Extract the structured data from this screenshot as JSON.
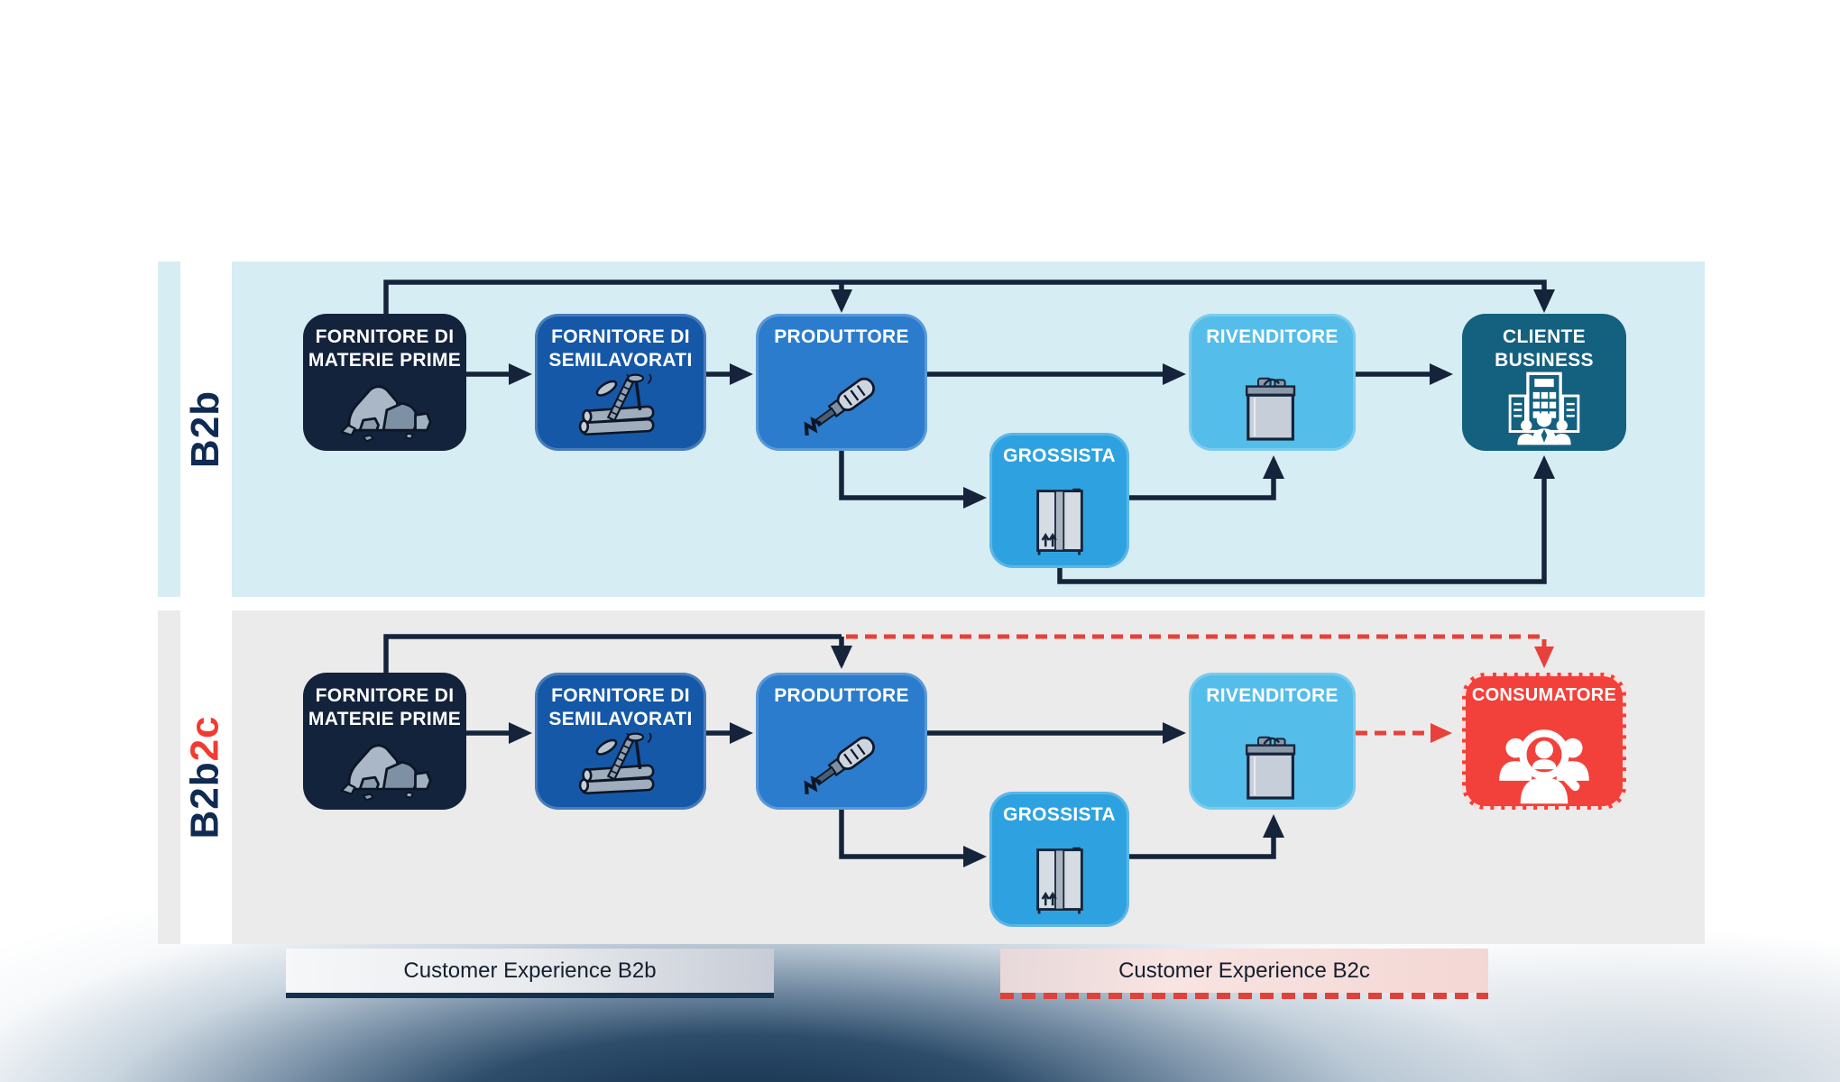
{
  "sections": [
    {
      "id": "b2b",
      "side_label": "B2b",
      "band_color": "#d6edf3",
      "nodes": [
        {
          "id": "fornitore-materie-prime",
          "label": "FORNITORE DI\nMATERIE PRIME",
          "color": "#14233c",
          "icon": "rocks-icon"
        },
        {
          "id": "fornitore-semilavorati",
          "label": "FORNITORE DI\nSEMILAVORATI",
          "color": "#1558a7",
          "icon": "pipes-and-screws-icon"
        },
        {
          "id": "produttore",
          "label": "PRODUTTORE",
          "color": "#2b7ccc",
          "icon": "screwdriver-icon"
        },
        {
          "id": "grossista",
          "label": "GROSSISTA",
          "color": "#2ea2e0",
          "icon": "wardrobe-icon"
        },
        {
          "id": "rivenditore",
          "label": "RIVENDITORE",
          "color": "#55bde9",
          "icon": "shopping-bag-icon"
        },
        {
          "id": "cliente-business",
          "label": "CLIENTE\nBUSINESS",
          "color": "#14607f",
          "icon": "business-building-icon"
        }
      ]
    },
    {
      "id": "b2b2c",
      "side_label_navy": "B2b",
      "side_label_red": "2c",
      "band_color": "#ebebeb",
      "nodes": [
        {
          "id": "fornitore-materie-prime",
          "label": "FORNITORE DI\nMATERIE PRIME",
          "color": "#14233c",
          "icon": "rocks-icon"
        },
        {
          "id": "fornitore-semilavorati",
          "label": "FORNITORE DI\nSEMILAVORATI",
          "color": "#1558a7",
          "icon": "pipes-and-screws-icon"
        },
        {
          "id": "produttore",
          "label": "PRODUTTORE",
          "color": "#2b7ccc",
          "icon": "screwdriver-icon"
        },
        {
          "id": "grossista",
          "label": "GROSSISTA",
          "color": "#2ea2e0",
          "icon": "wardrobe-icon"
        },
        {
          "id": "rivenditore",
          "label": "RIVENDITORE",
          "color": "#55bde9",
          "icon": "shopping-bag-icon"
        },
        {
          "id": "consumatore",
          "label": "CONSUMATORE",
          "color": "#f2413a",
          "icon": "consumers-magnifier-icon"
        }
      ]
    }
  ],
  "legend_bars": [
    {
      "label": "Customer Experience B2b",
      "underline": "solid-navy"
    },
    {
      "label": "Customer Experience B2c",
      "underline": "dashed-red"
    }
  ],
  "colors": {
    "band_b2b": "#d6edf3",
    "band_b2b2c": "#ebebeb",
    "arrow_navy": "#15243a",
    "arrow_red": "#e8403a",
    "side_label_navy": "#0f2b52",
    "side_label_red": "#f23b30",
    "underline_navy": "#14304f",
    "underline_red": "#dd423b"
  }
}
